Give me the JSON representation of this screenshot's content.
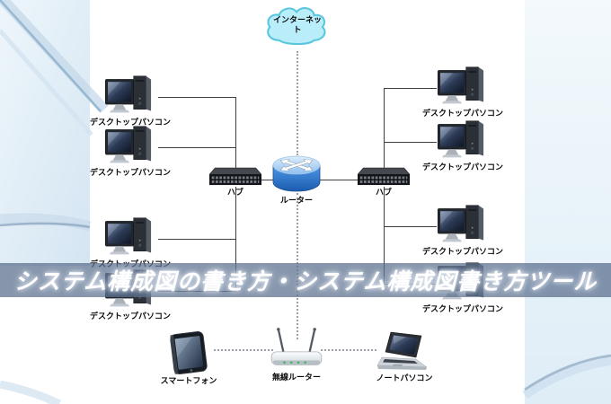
{
  "banner": {
    "title": "システム構成図の書き方・システム構成図書き方ツール"
  },
  "diagram": {
    "internet": {
      "label": "インターネット",
      "icon": "cloud-icon"
    },
    "router": {
      "label": "ルーター",
      "icon": "router-icon"
    },
    "hubs": [
      {
        "label": "ハブ",
        "icon": "hub-icon"
      },
      {
        "label": "ハブ",
        "icon": "hub-icon"
      }
    ],
    "desktops": [
      {
        "label": "デスクトップパソコン",
        "icon": "desktop-computer-icon"
      },
      {
        "label": "デスクトップパソコン",
        "icon": "desktop-computer-icon"
      },
      {
        "label": "デスクトップパソコン",
        "icon": "desktop-computer-icon"
      },
      {
        "label": "デスクトップパソコン",
        "icon": "desktop-computer-icon"
      },
      {
        "label": "デスクトップパソコン",
        "icon": "desktop-computer-icon"
      },
      {
        "label": "デスクトップパソコン",
        "icon": "desktop-computer-icon"
      },
      {
        "label": "デスクトップパソコン",
        "icon": "desktop-computer-icon"
      },
      {
        "label": "デスクトップパソコン",
        "icon": "desktop-computer-icon"
      }
    ],
    "smartphone": {
      "label": "スマートフォン",
      "icon": "smartphone-icon"
    },
    "wireless_router": {
      "label": "無線ルーター",
      "icon": "wireless-router-icon"
    },
    "laptop": {
      "label": "ノートパソコン",
      "icon": "laptop-icon"
    }
  },
  "colors": {
    "banner_overlay": "rgba(88,108,138,0.72)",
    "banner_text": "#ffffff",
    "cloud_fill": "#b9edf9",
    "cloud_stroke": "#58c6dc",
    "router_body": "#2e7ed2",
    "solid_line": "#3f3f3f",
    "dotted_line": "#99a0a8",
    "side_panel": "#ddeaf5"
  }
}
